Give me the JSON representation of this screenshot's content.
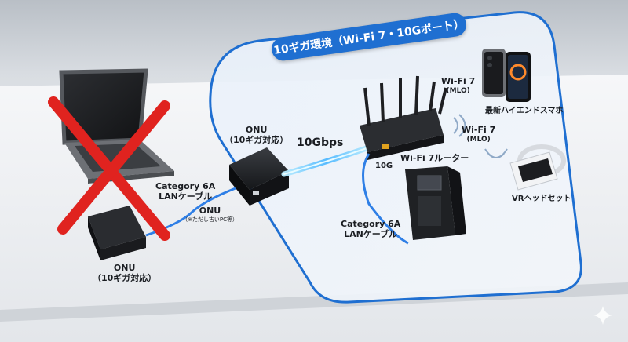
{
  "zone": {
    "title": "10ギガ環境（Wi-Fi 7・10Gポート）"
  },
  "old_setup": {
    "cable_label_line1": "Category 6A",
    "cable_label_line2": "LANケーブル",
    "pc_label": "ONU",
    "pc_note": "（※ただし古いPC等）",
    "onu_label_line1": "ONU",
    "onu_label_line2": "（10ギガ対応）"
  },
  "new_setup": {
    "onu_label_line1": "ONU",
    "onu_label_line2": "（10ギガ対応）",
    "link_speed": "10Gbps",
    "port_label": "10G",
    "router_label": "Wi-Fi 7ルーター",
    "cable_label_line1": "Category 6A",
    "cable_label_line2": "LANケーブル",
    "phone_wifi_line1": "Wi-Fi 7",
    "phone_wifi_line2": "(MLO)",
    "phone_label": "最新ハイエンドスマホ",
    "vr_wifi_line1": "Wi-Fi 7",
    "vr_wifi_line2": "(MLO)",
    "vr_label": "VRヘッドセット"
  },
  "colors": {
    "zone_blue": "#1f6fd1",
    "cross_red": "#e0231f",
    "cable_blue": "#2f7fe6",
    "glow": "#7fd3ff"
  }
}
